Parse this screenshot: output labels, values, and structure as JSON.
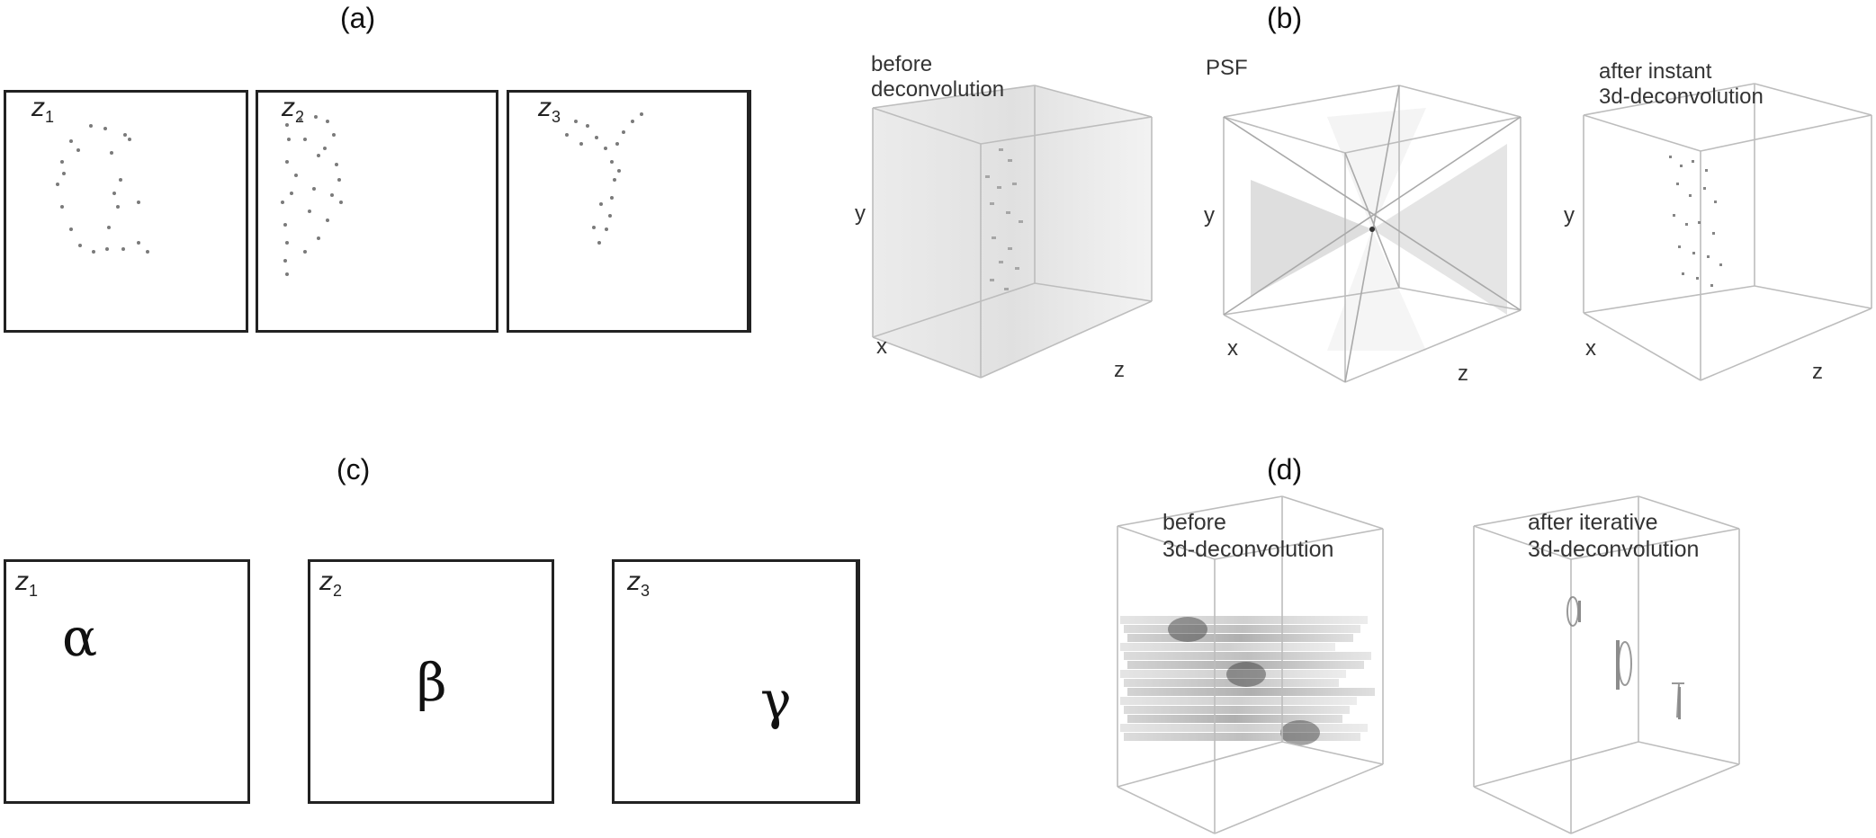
{
  "panels": {
    "a": {
      "label": "(a)",
      "frames": [
        {
          "plane": "z",
          "index": "1"
        },
        {
          "plane": "z",
          "index": "2"
        },
        {
          "plane": "z",
          "index": "3"
        }
      ]
    },
    "b": {
      "label": "(b)",
      "cubes": [
        {
          "caption": "before\ndeconvolution",
          "axes": {
            "x": "x",
            "y": "y",
            "z": "z"
          }
        },
        {
          "caption": "PSF",
          "axes": {
            "x": "x",
            "y": "y",
            "z": "z"
          }
        },
        {
          "caption": "after instant\n3d-deconvolution",
          "axes": {
            "x": "x",
            "y": "y",
            "z": "z"
          }
        }
      ]
    },
    "c": {
      "label": "(c)",
      "frames": [
        {
          "plane": "z",
          "index": "1",
          "symbol": "α"
        },
        {
          "plane": "z",
          "index": "2",
          "symbol": "β"
        },
        {
          "plane": "z",
          "index": "3",
          "symbol": "γ"
        }
      ]
    },
    "d": {
      "label": "(d)",
      "cubes": [
        {
          "caption": "before\n3d-deconvolution"
        },
        {
          "caption": "after iterative\n3d-deconvolution"
        }
      ]
    }
  },
  "colors": {
    "frame": "#222222",
    "cube_edge": "#bdbdbd",
    "dot": "#7a7a7a",
    "haze": "#9a9a9a"
  }
}
